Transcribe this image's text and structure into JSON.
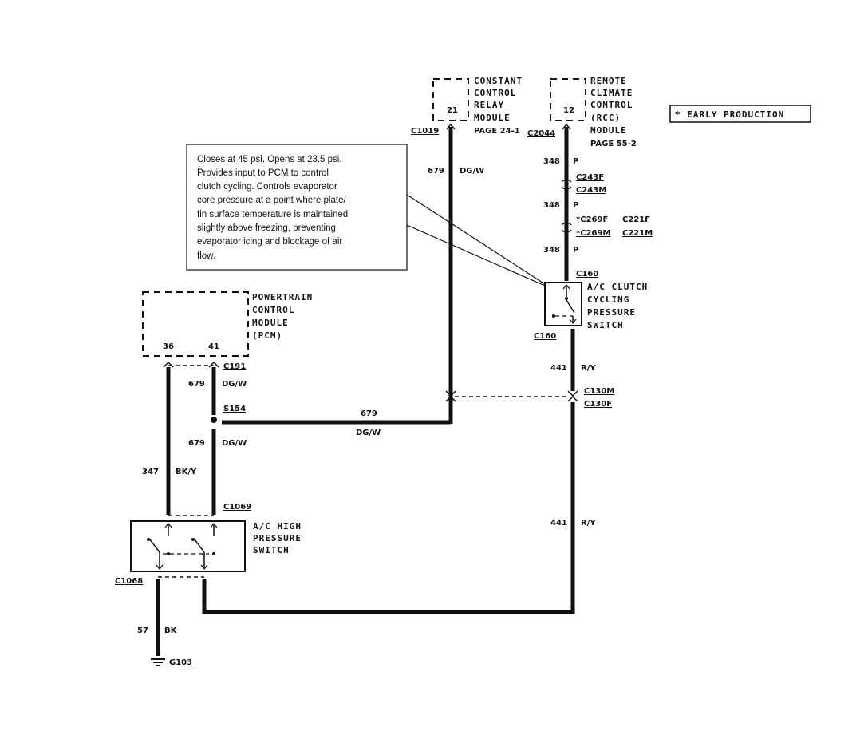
{
  "ccrm": {
    "title_lines": [
      "CONSTANT",
      "CONTROL",
      "RELAY",
      "MODULE"
    ],
    "page_ref": "PAGE 24-1",
    "pin": "21",
    "connector": "C1019"
  },
  "rcc": {
    "title_lines": [
      "REMOTE",
      "CLIMATE",
      "CONTROL",
      "(RCC)",
      "MODULE"
    ],
    "page_ref": "PAGE 55-2",
    "pin": "12",
    "connector": "C2044"
  },
  "legend": {
    "text": "* EARLY PRODUCTION"
  },
  "note": {
    "lines": [
      "Closes at 45 psi. Opens at 23.5 psi.",
      "Provides input to PCM to control",
      "clutch cycling. Controls evaporator",
      "core pressure at a point where plate/",
      "fin surface temperature is maintained",
      "slightly above freezing, preventing",
      "evaporator icing and blockage of air",
      "flow."
    ]
  },
  "pcm": {
    "title_lines": [
      "POWERTRAIN",
      "CONTROL",
      "MODULE",
      "(PCM)"
    ],
    "pins": [
      "36",
      "41"
    ],
    "connector": "C191"
  },
  "hps": {
    "title_lines": [
      "A/C HIGH",
      "PRESSURE",
      "SWITCH"
    ],
    "connector_top": "C1069",
    "connector_bottom": "C1068"
  },
  "ccps": {
    "title_lines": [
      "A/C CLUTCH",
      "CYCLING",
      "PRESSURE",
      "SWITCH"
    ],
    "connector_top": "C160",
    "connector_bottom": "C160"
  },
  "wires": {
    "w679_ccrm": {
      "circuit": "679",
      "color": "DG/W"
    },
    "w348_a": {
      "circuit": "348",
      "color": "P"
    },
    "w348_b": {
      "circuit": "348",
      "color": "P"
    },
    "w348_c": {
      "circuit": "348",
      "color": "P"
    },
    "w679_pcm": {
      "circuit": "679",
      "color": "DG/W"
    },
    "w679_horiz": {
      "circuit": "679",
      "color": "DG/W"
    },
    "w679_low": {
      "circuit": "679",
      "color": "DG/W"
    },
    "w347": {
      "circuit": "347",
      "color": "BK/Y"
    },
    "w441_a": {
      "circuit": "441",
      "color": "R/Y"
    },
    "w441_b": {
      "circuit": "441",
      "color": "R/Y"
    },
    "w57": {
      "circuit": "57",
      "color": "BK"
    }
  },
  "connectors": {
    "c243f": "C243F",
    "c243m": "C243M",
    "c269f": "*C269F",
    "c221f": "C221F",
    "c269m": "*C269M",
    "c221m": "C221M",
    "c130m": "C130M",
    "c130f": "C130F",
    "s154": "S154",
    "g103": "G103"
  }
}
